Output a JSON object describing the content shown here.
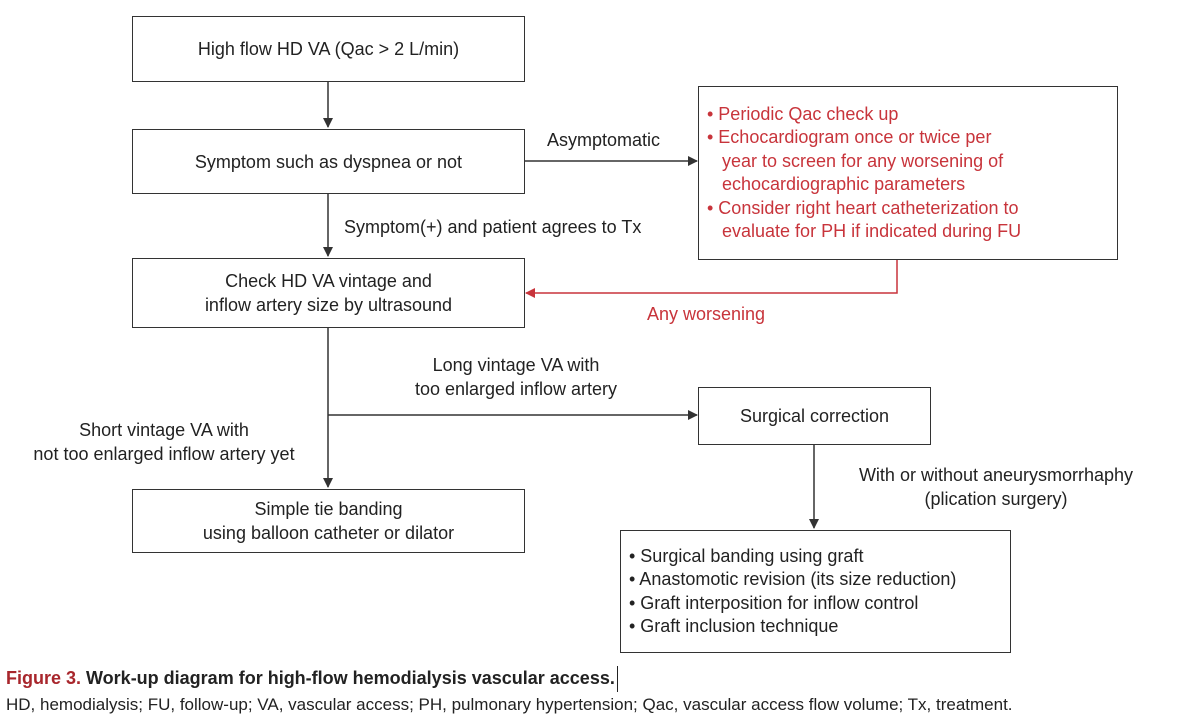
{
  "boxes": {
    "high_flow": "High flow HD VA (Qac > 2 L/min)",
    "symptom": "Symptom such as dyspnea or not",
    "check": [
      "Check HD VA vintage and",
      "inflow artery size by ultrasound"
    ],
    "simple_tie": [
      "Simple tie banding",
      "using balloon catheter or dilator"
    ],
    "surgical_correction": "Surgical correction",
    "monitoring": [
      "• Periodic Qac check up",
      "• Echocardiogram once or twice per",
      "   year to screen for any worsening of",
      "   echocardiographic parameters",
      "• Consider right heart catheterization to",
      "   evaluate for PH if indicated during FU"
    ],
    "surgical_options": [
      "• Surgical banding using graft",
      "• Anastomotic revision (its size reduction)",
      "• Graft interposition for inflow control",
      "• Graft inclusion technique"
    ]
  },
  "labels": {
    "asymptomatic": "Asymptomatic",
    "symptom_positive": "Symptom(+) and patient agrees to Tx",
    "any_worsening": "Any worsening",
    "long_vintage": [
      "Long vintage VA with",
      "too enlarged inflow artery"
    ],
    "short_vintage": [
      "Short vintage VA with",
      "not too enlarged inflow artery yet"
    ],
    "aneurysmorrhaphy": [
      "With or without aneurysmorrhaphy",
      "(plication surgery)"
    ]
  },
  "caption": {
    "figure_label": "Figure 3.",
    "title": " Work-up diagram for high-flow hemodialysis vascular access.",
    "abbreviations": "HD, hemodialysis; FU, follow-up; VA, vascular access; PH, pulmonary hypertension; Qac, vascular access flow volume; Tx, treatment."
  },
  "colors": {
    "line": "#333333",
    "accent_red": "#c8343b",
    "figure_label": "#a8262c"
  }
}
